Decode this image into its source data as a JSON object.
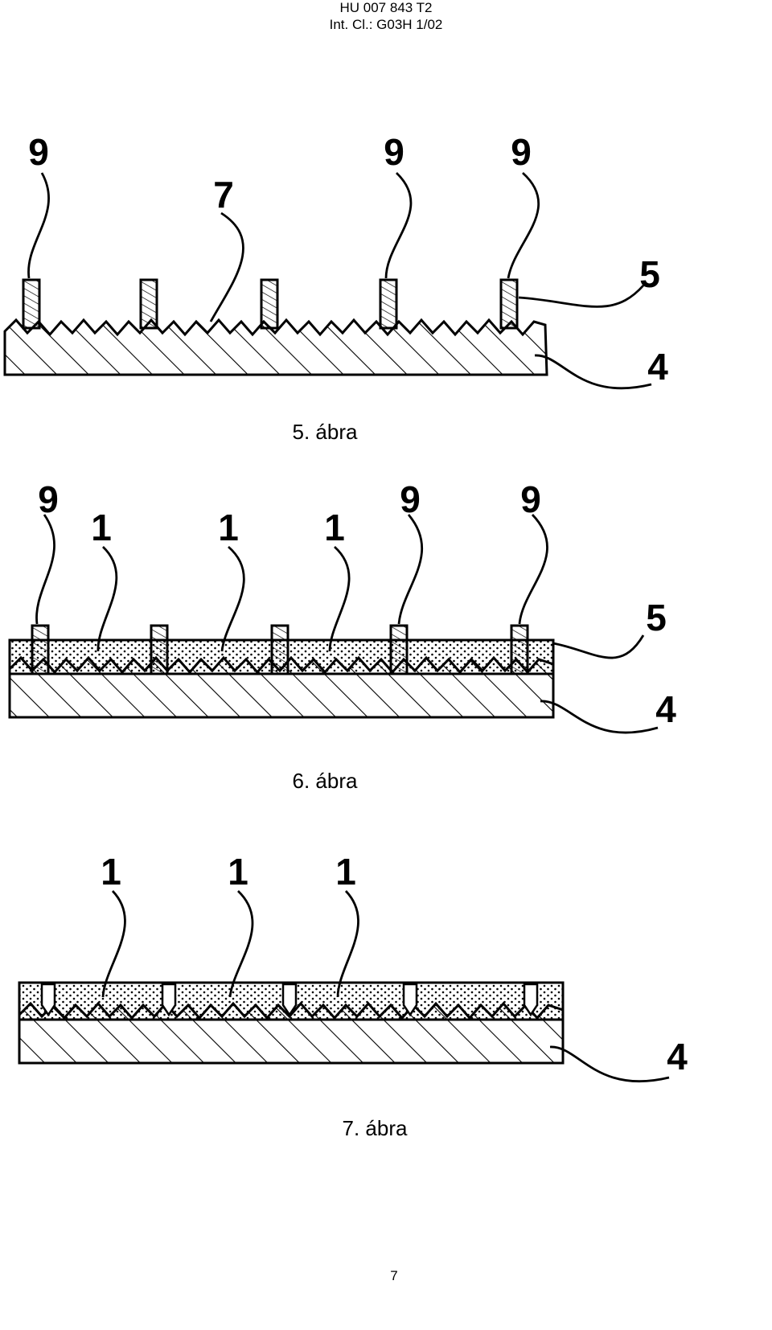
{
  "header": {
    "doc_number": "HU 007 843 T2",
    "classification": "Int. Cl.: G03H 1/02"
  },
  "figures": [
    {
      "caption": "5. ábra",
      "labels": [
        "9",
        "7",
        "9",
        "9",
        "5",
        "4"
      ]
    },
    {
      "caption": "6. ábra",
      "labels": [
        "9",
        "1",
        "1",
        "1",
        "9",
        "9",
        "5",
        "4"
      ]
    },
    {
      "caption": "7. ábra",
      "labels": [
        "1",
        "1",
        "1",
        "4"
      ]
    }
  ],
  "page_number": "7"
}
